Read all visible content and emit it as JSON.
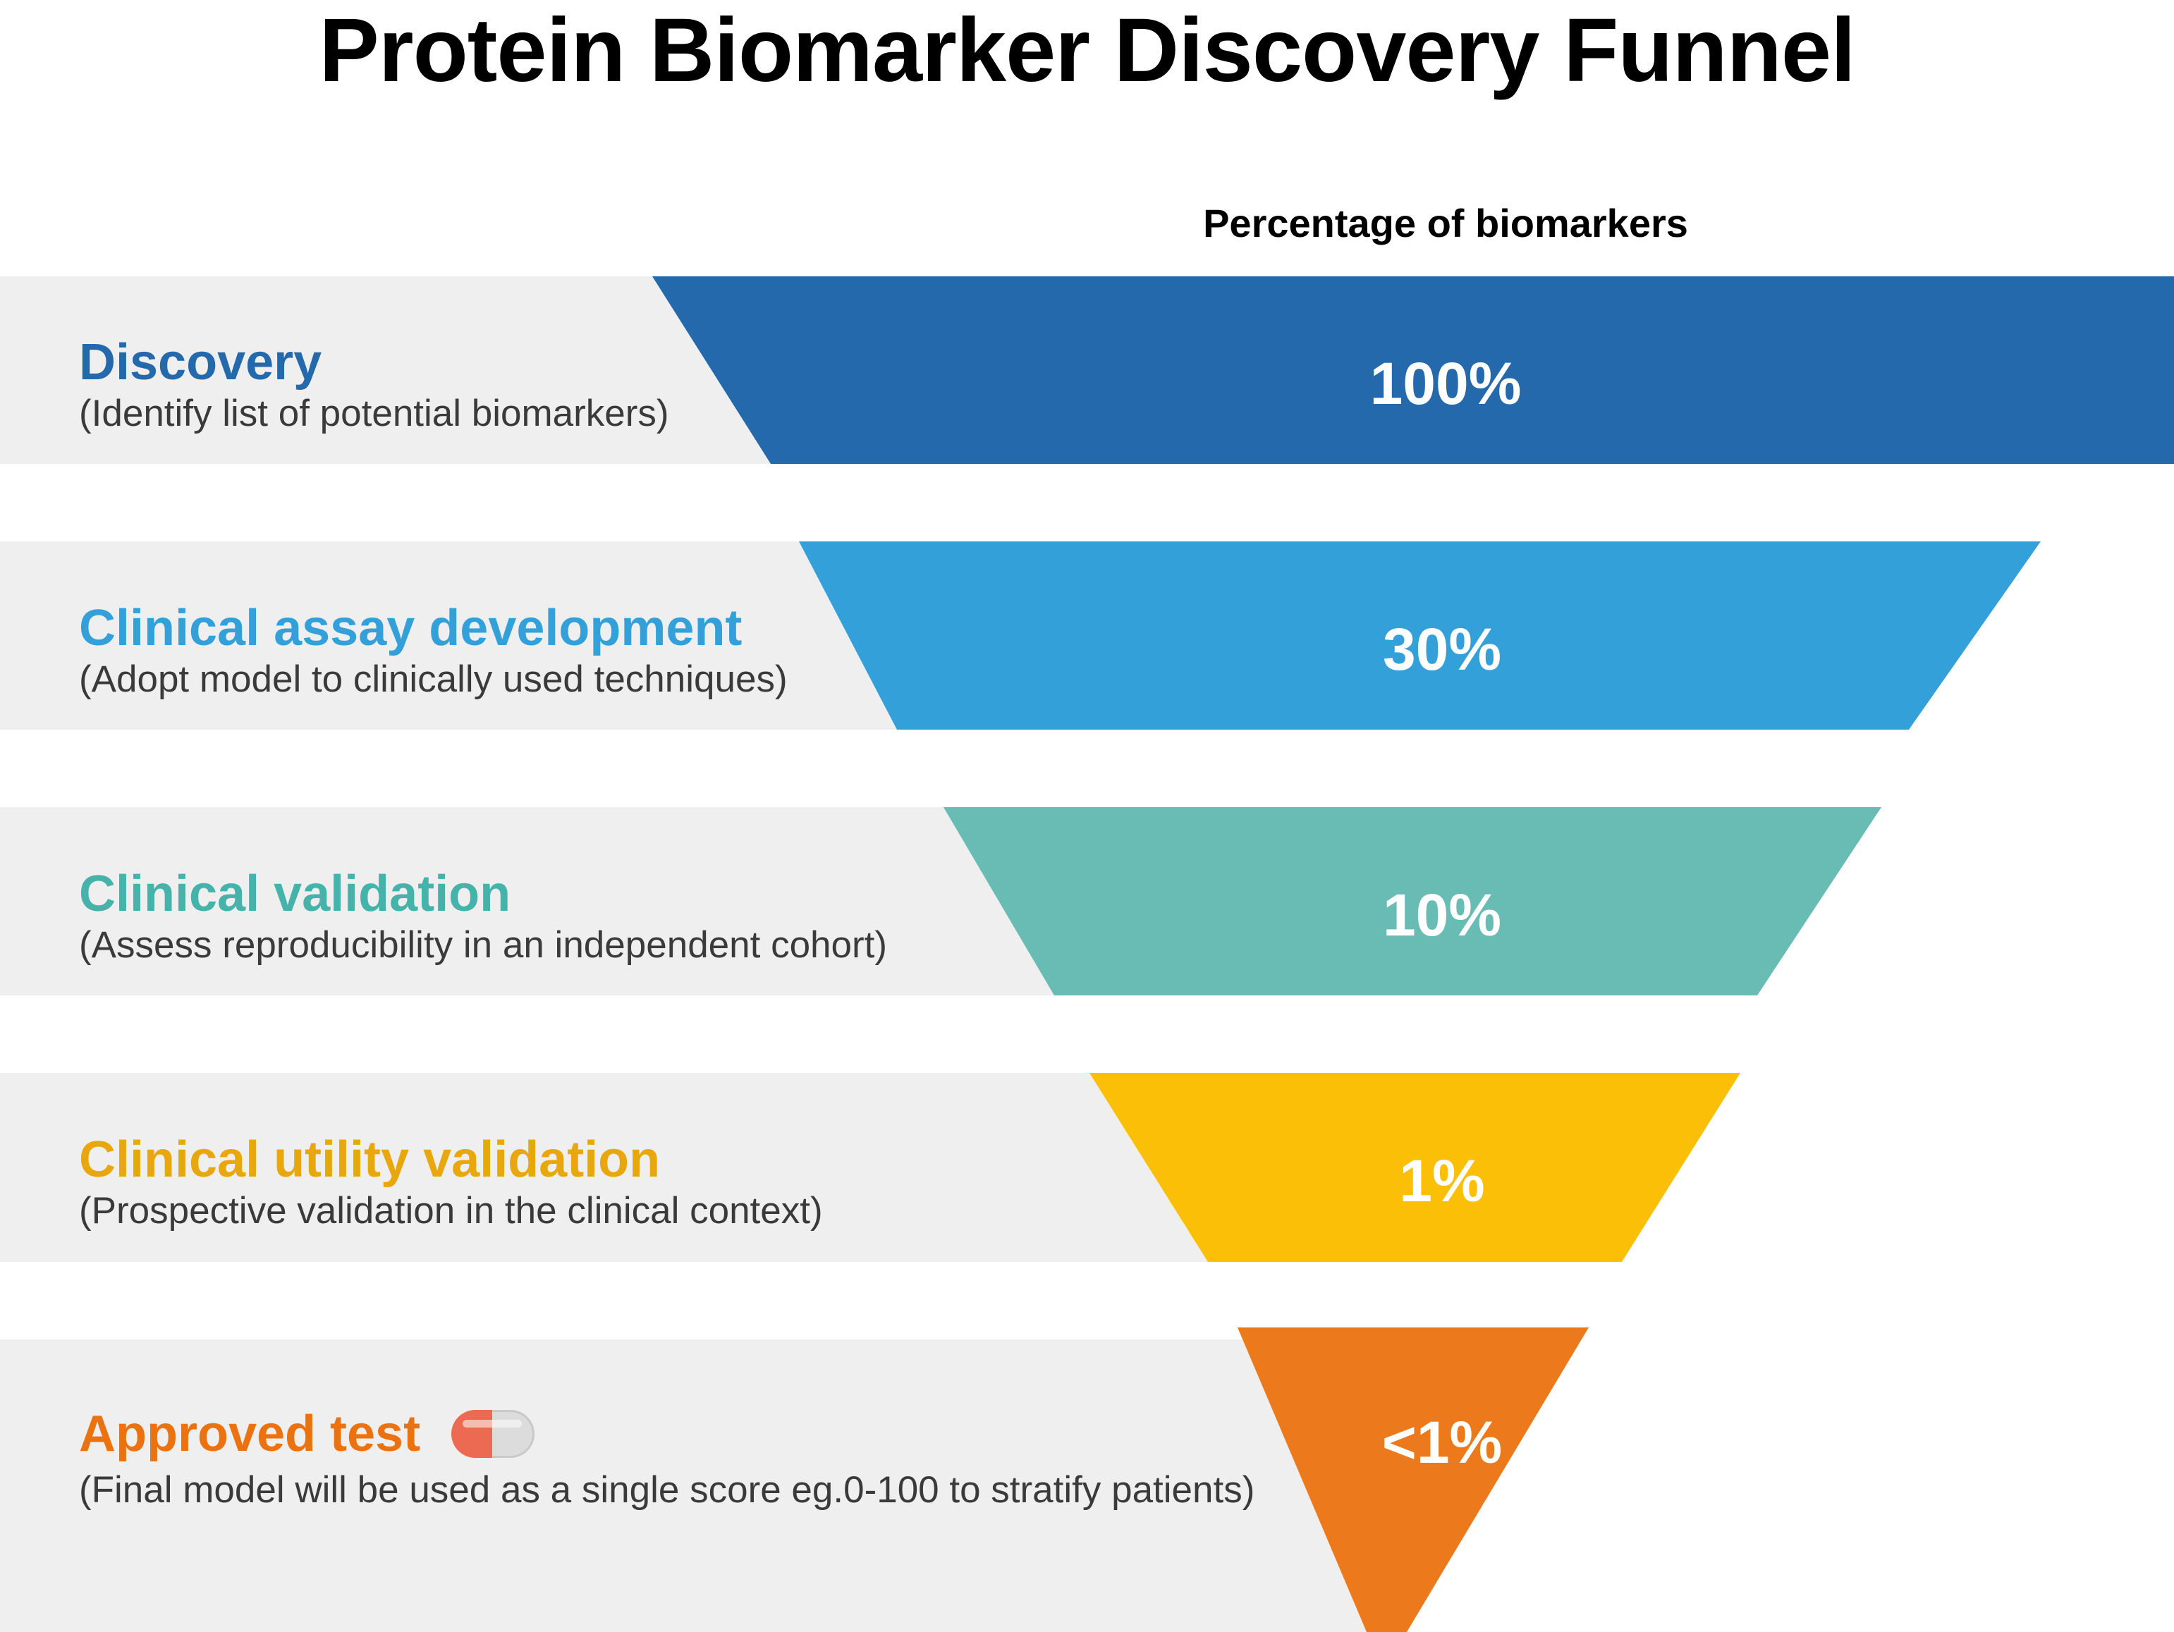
{
  "header": {
    "title": "Protein Biomarker Discovery Funnel",
    "column_header": "Percentage of biomarkers"
  },
  "chart_data": {
    "type": "funnel",
    "title": "Protein Biomarker Discovery Funnel",
    "value_axis_label": "Percentage of biomarkers",
    "categories": [
      "Discovery",
      "Clinical assay development",
      "Clinical validation",
      "Clinical utility validation",
      "Approved test"
    ],
    "values": [
      100,
      30,
      10,
      1,
      0.5
    ],
    "value_labels": [
      "100%",
      "30%",
      "10%",
      "1%",
      "<1%"
    ],
    "descriptions": [
      "(Identify list of potential biomarkers)",
      "(Adopt model to clinically used techniques)",
      "(Assess reproducibility in an independent cohort)",
      "(Prospective validation in the clinical context)",
      "(Final model will be used as a single score eg.0-100 to stratify patients)"
    ],
    "colors": [
      "#2369AC",
      "#34A0DA",
      "#69BCB4",
      "#FBBF07",
      "#EC7A1C"
    ],
    "row_band_color": "#EFEFEF",
    "label_text_color": "#3A3A3A",
    "value_text_color": "#FFFFFF",
    "background": "#FFFFFF",
    "legend": "none",
    "grid": false
  },
  "stages": [
    {
      "name": "Discovery",
      "description": "(Identify list of potential biomarkers)",
      "percent": "100%",
      "color": "#2369AC"
    },
    {
      "name": "Clinical assay development",
      "description": "(Adopt model to clinically used techniques)",
      "percent": "30%",
      "color": "#34A0DA"
    },
    {
      "name": "Clinical validation",
      "description": "(Assess reproducibility in an independent cohort)",
      "percent": "10%",
      "color": "#69BCB4"
    },
    {
      "name": "Clinical utility validation",
      "description": "(Prospective validation in the clinical context)",
      "percent": "1%",
      "color": "#FBBF07"
    },
    {
      "name": "Approved test",
      "description": "(Final model will be used as a single score eg.0-100 to stratify patients)",
      "percent": "<1%",
      "color": "#EC7A1C"
    }
  ],
  "icons": {
    "pill": "pill-capsule-icon"
  }
}
